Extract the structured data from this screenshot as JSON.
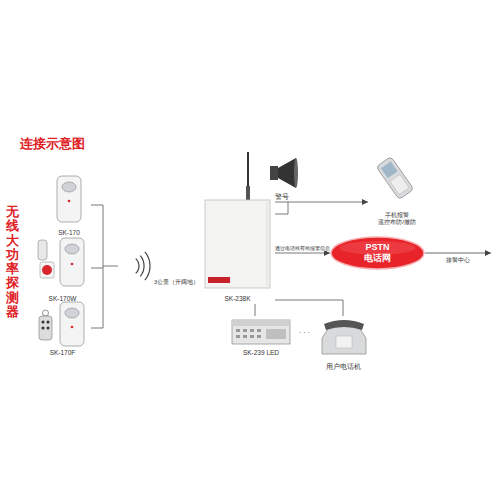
{
  "diagram": {
    "title": "连接示意图",
    "nodes": [
      {
        "text": [
          "SK-170"
        ]
      },
      {
        "text": [
          "SK-170W"
        ]
      },
      {
        "text": [
          "SK-170F"
        ]
      },
      {
        "text": [
          "警号"
        ]
      },
      {
        "text": [
          "SK-238K"
        ]
      },
      {
        "text": [
          "手机报警",
          "遥控布防/撤防"
        ]
      },
      {
        "text": [
          "PSTN",
          "电话网"
        ]
      },
      {
        "text": [
          "SK-239 LED"
        ]
      },
      {
        "text": [
          "用户电话机"
        ]
      }
    ],
    "edges": [
      {
        "from": 4,
        "to": 3,
        "arrow": "none"
      },
      {
        "from": 4,
        "to": 5,
        "arrow": "to"
      },
      {
        "from": 4,
        "to": 6,
        "label": "通过电话线有线报警信息",
        "arrow": "to"
      },
      {
        "from": 4,
        "to": 7,
        "arrow": "none"
      },
      {
        "from": 4,
        "to": 8,
        "arrow": "none"
      }
    ],
    "labels": [
      "无线大功率探测器",
      "3公里（开阔地）",
      "接警中心",
      "· · ·"
    ]
  }
}
